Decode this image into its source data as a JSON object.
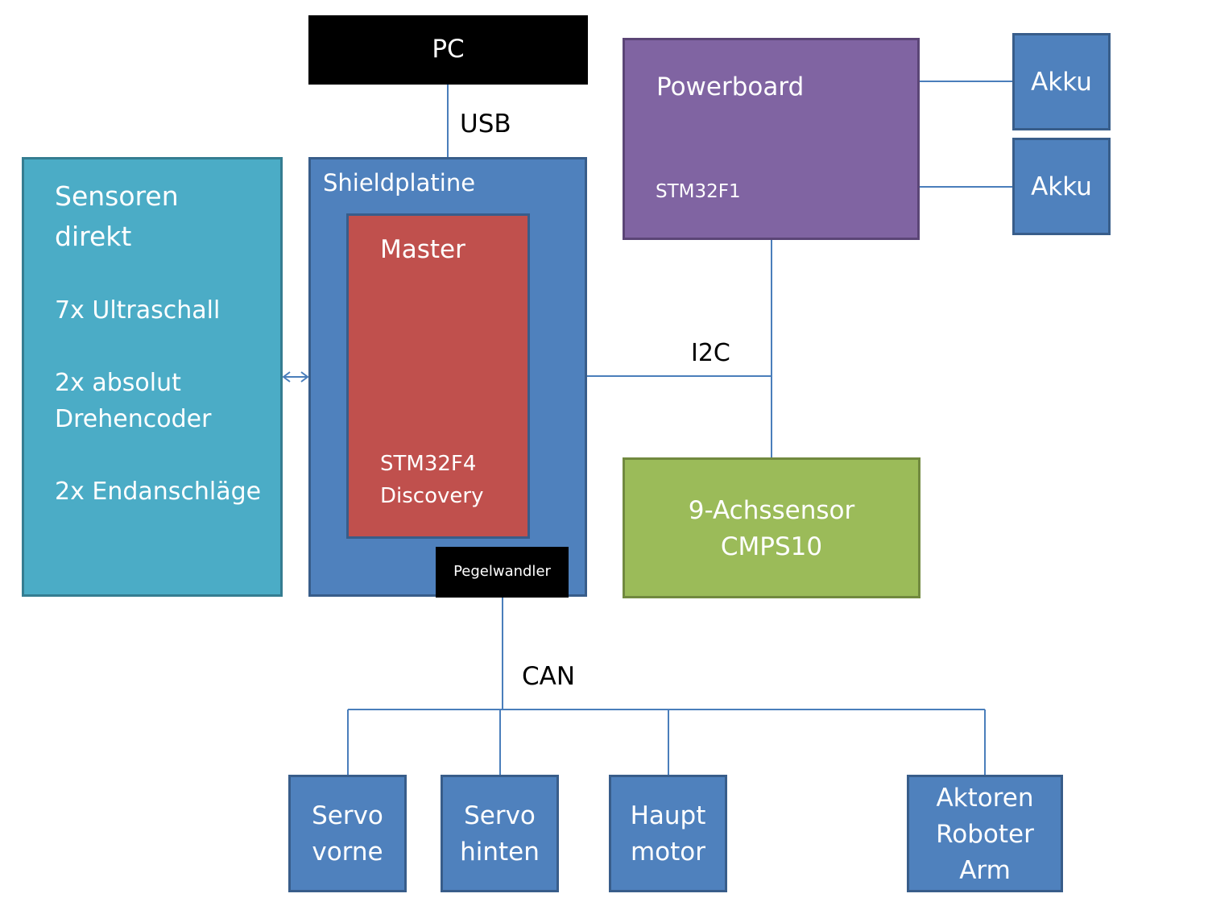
{
  "pc": {
    "label": "PC"
  },
  "usb": {
    "label": "USB"
  },
  "powerboard": {
    "title": "Powerboard",
    "chip": "STM32F1"
  },
  "akku": [
    {
      "label": "Akku"
    },
    {
      "label": "Akku"
    }
  ],
  "sensors": {
    "title_line1": "Sensoren",
    "title_line2": "direkt",
    "item1": "7x Ultraschall",
    "item2_line1": "2x absolut",
    "item2_line2": "Drehencoder",
    "item3": "2x Endanschläge"
  },
  "shield": {
    "title": "Shieldplatine"
  },
  "master": {
    "title": "Master",
    "chip_line1": "STM32F4",
    "chip_line2": "Discovery"
  },
  "pegelwandler": {
    "label": "Pegelwandler"
  },
  "i2c": {
    "label": "I2C"
  },
  "nine_axis": {
    "line1": "9-Achssensor",
    "line2": "CMPS10"
  },
  "can": {
    "label": "CAN"
  },
  "servo_vorne": {
    "line1": "Servo",
    "line2": "vorne"
  },
  "servo_hinten": {
    "line1": "Servo",
    "line2": "hinten"
  },
  "hauptmotor": {
    "line1": "Haupt",
    "line2": "motor"
  },
  "aktoren": {
    "line1": "Aktoren",
    "line2": "Roboter",
    "line3": "Arm"
  },
  "colors": {
    "blue": "#4f81bd",
    "purple": "#8064a2",
    "teal": "#4bacc6",
    "red": "#c0504d",
    "green": "#9bbb59",
    "black": "#000000",
    "line": "#4a7ebb"
  }
}
